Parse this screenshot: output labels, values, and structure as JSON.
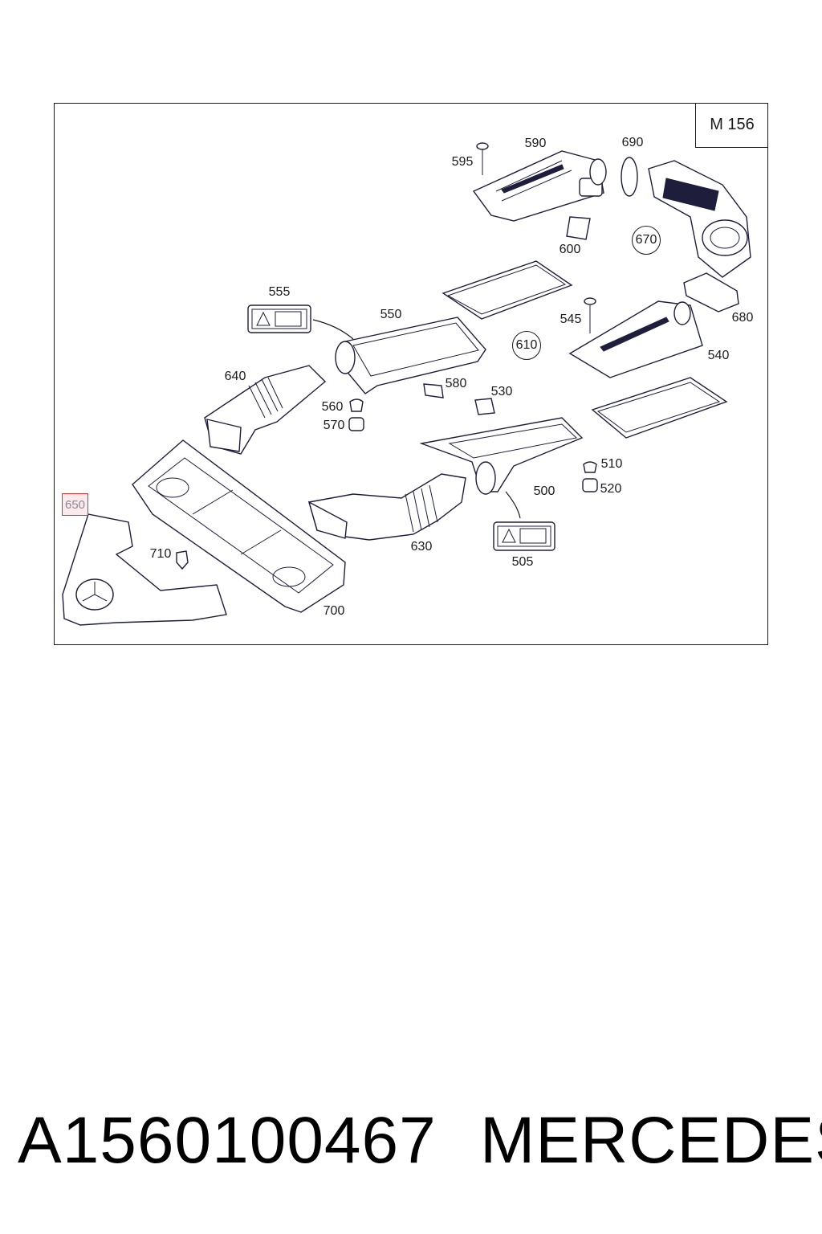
{
  "diagram": {
    "model_code": "M 156",
    "highlighted_callout": "650",
    "highlight_color": "#e03030",
    "callouts": {
      "c595": "595",
      "c590": "590",
      "c690": "690",
      "c670": "670",
      "c600": "600",
      "c555": "555",
      "c550": "550",
      "c610": "610",
      "c545": "545",
      "c680": "680",
      "c540": "540",
      "c640": "640",
      "c560": "560",
      "c570": "570",
      "c580": "580",
      "c530": "530",
      "c510": "510",
      "c520": "520",
      "c500": "500",
      "c630": "630",
      "c505": "505",
      "c710": "710",
      "c700": "700"
    }
  },
  "footer": {
    "part_number": "A1560100467",
    "brand": "MERCEDES"
  }
}
